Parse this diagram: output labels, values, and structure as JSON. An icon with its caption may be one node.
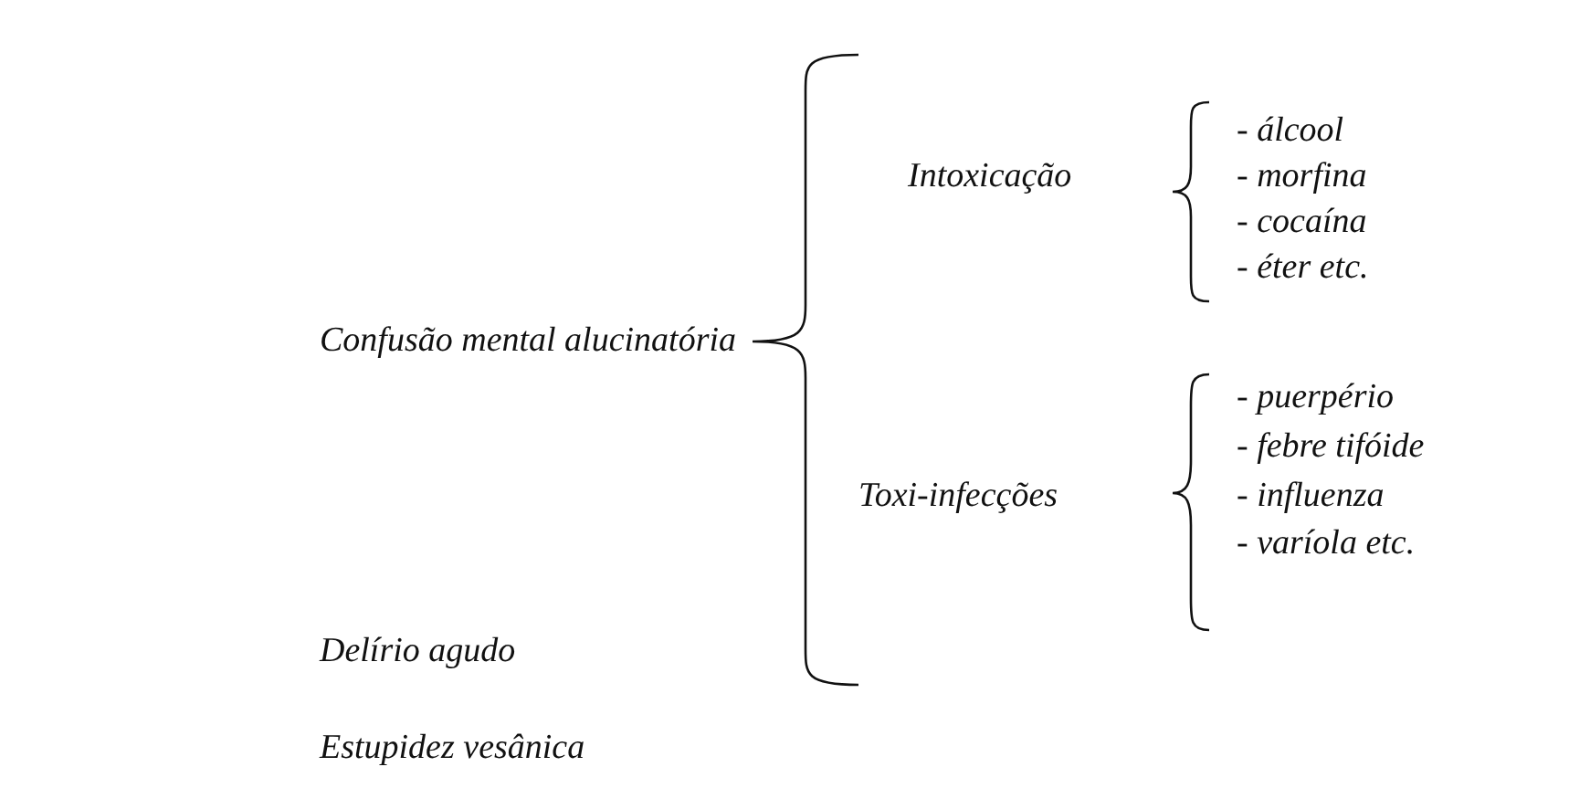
{
  "diagram": {
    "labels": [
      "Confusão mental alucinatória",
      "Intoxicação",
      "- álcool",
      "- morfina",
      "- cocaína",
      "- éter etc.",
      "Toxi-infecções",
      "- puerpério",
      "- febre tifóide",
      "- influenza",
      "- varíola etc.",
      "Delírio agudo",
      "Estupidez vesânica"
    ]
  }
}
